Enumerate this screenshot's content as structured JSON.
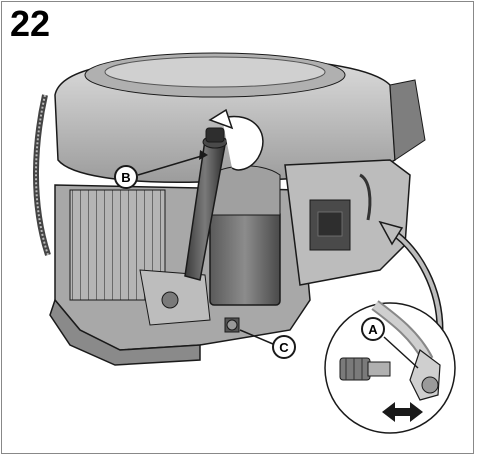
{
  "figure": {
    "number": "22"
  },
  "callouts": {
    "a": "A",
    "b": "B",
    "c": "C"
  },
  "colors": {
    "shroud": "#c4c4c4",
    "engine_dark": "#6b6b6b",
    "block": "#a8a8a8",
    "outline": "#1a1a1a"
  }
}
